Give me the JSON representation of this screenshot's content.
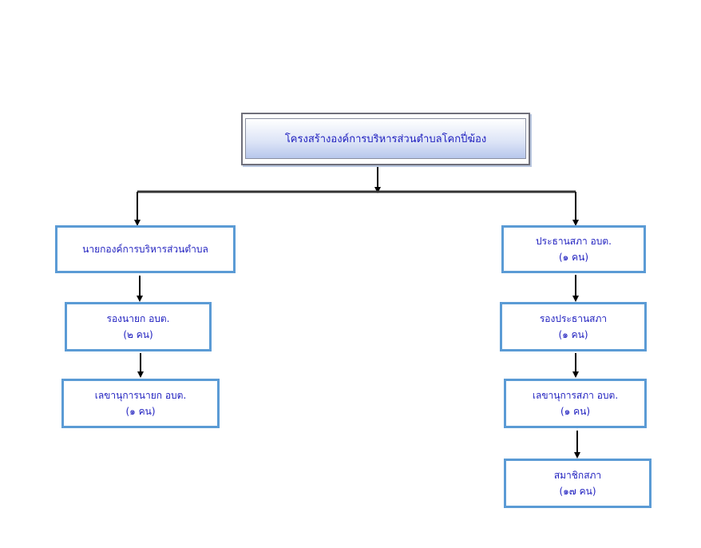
{
  "title": "โครงสร้างองค์การบริหารส่วนตำบลโคกปี่ฆ้อง",
  "left": {
    "head": "นายกองค์การบริหารส่วนตำบล",
    "deputy": {
      "line1": "รองนายก อบต.",
      "line2": "(๒ คน)"
    },
    "secretary": {
      "line1": "เลขานุการนายก อบต.",
      "line2": "(๑ คน)"
    }
  },
  "right": {
    "head": {
      "line1": "ประธานสภา อบต.",
      "line2": "(๑ คน)"
    },
    "deputy": {
      "line1": "รองประธานสภา",
      "line2": "(๑ คน)"
    },
    "secretary": {
      "line1": "เลขานุการสภา อบต.",
      "line2": "(๑ คน)"
    },
    "members": {
      "line1": "สมาชิกสภา",
      "line2": "(๑๗ คน)"
    }
  }
}
